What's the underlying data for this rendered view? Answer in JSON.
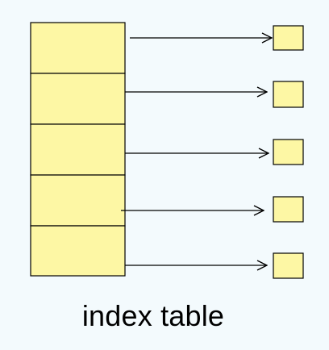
{
  "caption": "index table",
  "colors": {
    "background": "#f3fafd",
    "cell_fill": "#fdf7a4",
    "stroke": "#000000"
  },
  "index_table": {
    "slot_count": 5
  },
  "targets": {
    "count": 5
  }
}
